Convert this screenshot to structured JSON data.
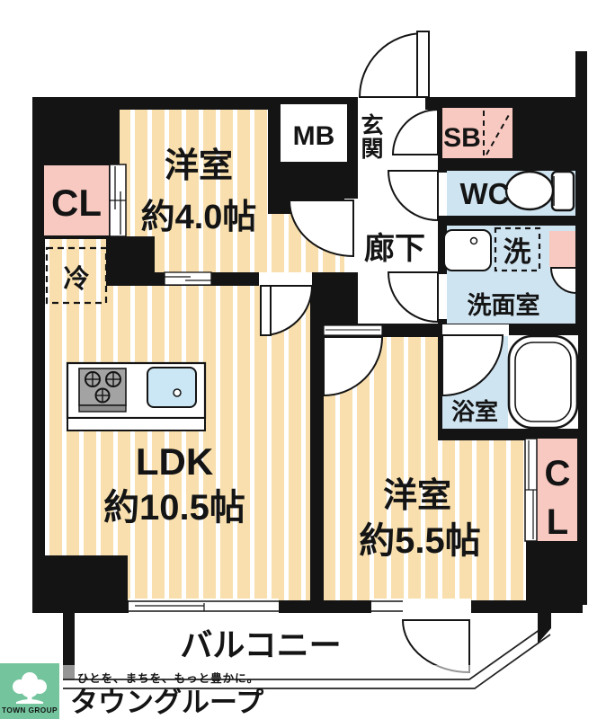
{
  "floorplan": {
    "labels": {
      "room1_name": "洋室",
      "room1_size": "約4.0帖",
      "ldk_name": "LDK",
      "ldk_size": "約10.5帖",
      "room2_name": "洋室",
      "room2_size": "約5.5帖",
      "balcony": "バルコニー",
      "hallway": "廊下",
      "entrance_char1": "玄",
      "entrance_char2": "関",
      "wc": "WC",
      "washroom": "洗面室",
      "bathroom": "浴室",
      "washer": "洗",
      "fridge": "冷",
      "closet1": "CL",
      "closet2_char1": "C",
      "closet2_char2": "L",
      "meter_box": "MB",
      "shoe_box": "SB"
    },
    "colors": {
      "wall": "#141414",
      "floor_cream": "#f8dfad",
      "wet_blue": "#cfe4f1",
      "closet_pink": "#f7c9c1",
      "stove_gray": "#a3a3a3",
      "sink_blue": "#cbe6f4"
    }
  },
  "footer": {
    "logo_text": "TOWN GROUP",
    "tagline": "ひとを、まちを、もっと豊かに。",
    "brand": "タウングループ",
    "brand_color": "#5fb48d",
    "logo_bg": "#74c59e",
    "tagline_color": "#8b949b"
  }
}
